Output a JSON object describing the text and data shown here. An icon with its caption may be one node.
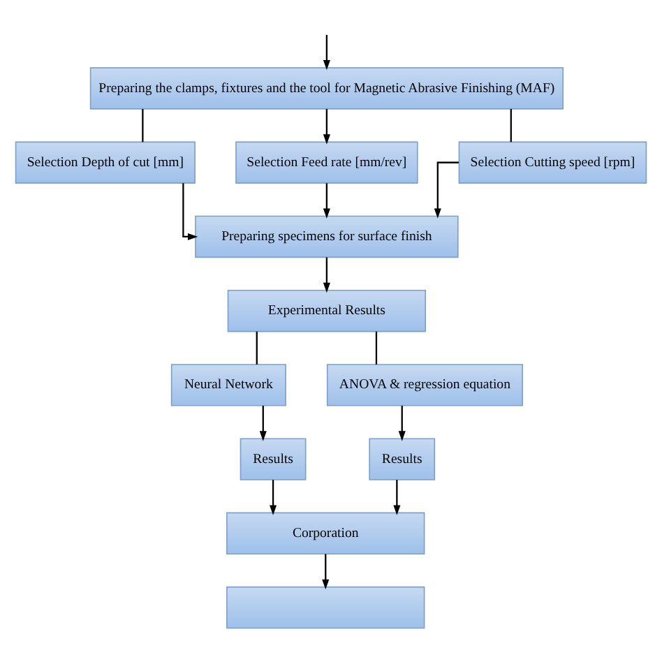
{
  "diagram": {
    "nodes": [
      {
        "text": [
          "Preparing the clamps, fixtures and the tool for Magnetic Abrasive Finishing (MAF)"
        ]
      },
      {
        "text": [
          "Selection Depth of cut [mm]"
        ]
      },
      {
        "text": [
          "Selection Feed rate [mm/rev]"
        ]
      },
      {
        "text": [
          "Selection Cutting speed [rpm]"
        ]
      },
      {
        "text": [
          "Preparing specimens for surface finish"
        ]
      },
      {
        "text": [
          "Experimental Results"
        ]
      },
      {
        "text": [
          "Neural Network"
        ]
      },
      {
        "text": [
          "ANOVA & regression equation"
        ]
      },
      {
        "text": [
          "Results"
        ]
      },
      {
        "text": [
          "Results"
        ]
      },
      {
        "text": [
          "Corporation"
        ]
      },
      {
        "text": [],
        "shape": "box"
      }
    ],
    "edges": [
      {
        "from": null,
        "to": 0,
        "arrow": "to"
      },
      {
        "from": 0,
        "to": 1,
        "arrow": "none"
      },
      {
        "from": 0,
        "to": 2,
        "arrow": "to"
      },
      {
        "from": 0,
        "to": 3,
        "arrow": "none"
      },
      {
        "from": 1,
        "to": 4,
        "arrow": "to"
      },
      {
        "from": 2,
        "to": 4,
        "arrow": "to"
      },
      {
        "from": 3,
        "to": 4,
        "arrow": "to"
      },
      {
        "from": 4,
        "to": 5,
        "arrow": "to"
      },
      {
        "from": 5,
        "to": 6,
        "arrow": "none"
      },
      {
        "from": 5,
        "to": 7,
        "arrow": "none"
      },
      {
        "from": 6,
        "to": 8,
        "arrow": "to"
      },
      {
        "from": 7,
        "to": 9,
        "arrow": "to"
      },
      {
        "from": 8,
        "to": 10,
        "arrow": "to"
      },
      {
        "from": 9,
        "to": 10,
        "arrow": "to"
      },
      {
        "from": 10,
        "to": 11,
        "arrow": "to"
      }
    ]
  }
}
